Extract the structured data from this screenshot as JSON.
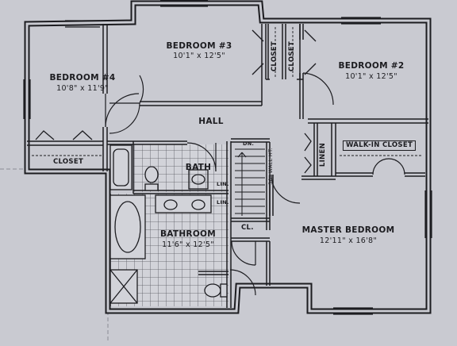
{
  "rooms": {
    "bedroom4": {
      "name": "BEDROOM #4",
      "dims": "10'8\" x 11'9\""
    },
    "bedroom3": {
      "name": "BEDROOM #3",
      "dims": "10'1\" x 12'5\""
    },
    "bedroom2": {
      "name": "BEDROOM #2",
      "dims": "10'1\" x 12'5\""
    },
    "master": {
      "name": "MASTER BEDROOM",
      "dims": "12'11\" x 16'8\""
    },
    "bathroom": {
      "name": "BATHROOM",
      "dims": "11'6\" x 12'5\""
    },
    "bath": {
      "name": "BATH"
    },
    "hall": {
      "name": "HALL"
    }
  },
  "labels": {
    "closet_b4": "CLOSET",
    "closet_b3": "CLOSET",
    "closet_b2": "CLOSET",
    "walk_in_closet": "WALK-IN CLOSET",
    "linen_vertical": "LINEN",
    "linen_bath": "LIN.",
    "linen_bathroom": "LIN.",
    "coat_closet": "CL.",
    "stair_down": "DN.",
    "half_wall": "36\" WALL HT."
  },
  "colors": {
    "paper": "#c9cad1",
    "line": "#1c1c20",
    "tile": "#55565e"
  }
}
